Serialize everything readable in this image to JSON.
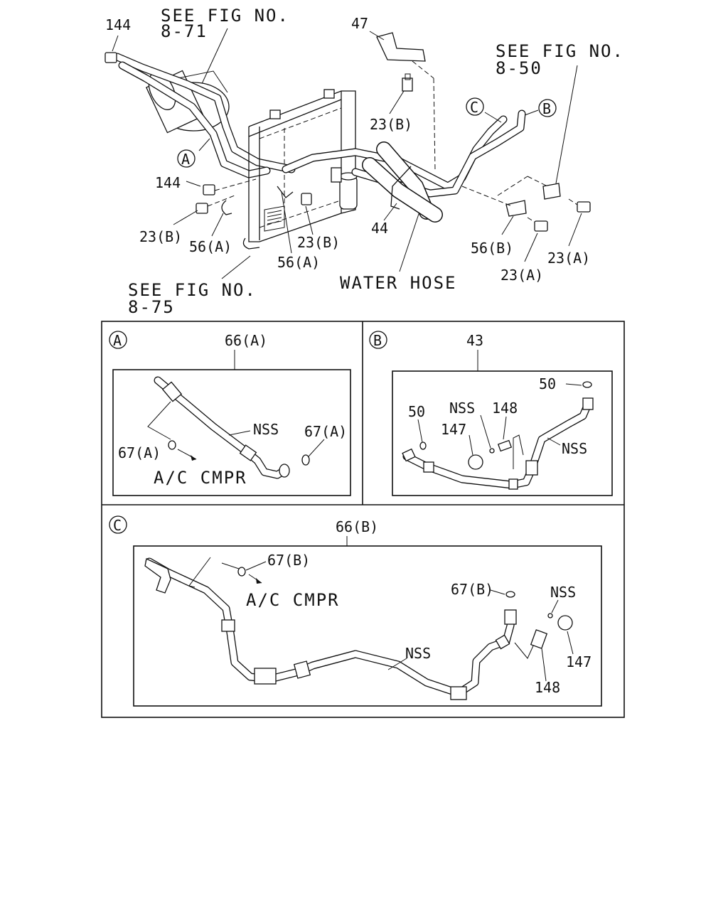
{
  "top_diagram": {
    "see_fig_1": [
      "SEE FIG NO.",
      "8-71"
    ],
    "see_fig_2": [
      "SEE FIG NO.",
      "8-50"
    ],
    "see_fig_3": [
      "SEE FIG NO.",
      "8-75"
    ],
    "water_hose": "WATER HOSE",
    "callouts": {
      "c144a": "144",
      "c144b": "144",
      "c47": "47",
      "c23b_top": "23(B)",
      "c23b_left": "23(B)",
      "c23b_mid": "23(B)",
      "c56a_1": "56(A)",
      "c56a_2": "56(A)",
      "c44": "44",
      "c56b": "56(B)",
      "c23a_1": "23(A)",
      "c23a_2": "23(A)",
      "ref_a": "A",
      "ref_b": "B",
      "ref_c": "C"
    }
  },
  "panel_a": {
    "letter": "A",
    "part": "66(A)",
    "nss": "NSS",
    "oring_left": "67(A)",
    "oring_right": "67(A)",
    "dest": "A/C CMPR"
  },
  "panel_b": {
    "letter": "B",
    "part": "43",
    "left50": "50",
    "right50": "50",
    "nss_top": "NSS",
    "p148": "148",
    "p147": "147",
    "nss_right": "NSS"
  },
  "panel_c": {
    "letter": "C",
    "part": "66(B)",
    "oring1": "67(B)",
    "dest": "A/C CMPR",
    "oring2": "67(B)",
    "nss_top": "NSS",
    "nss_mid": "NSS",
    "p147": "147",
    "p148": "148"
  }
}
